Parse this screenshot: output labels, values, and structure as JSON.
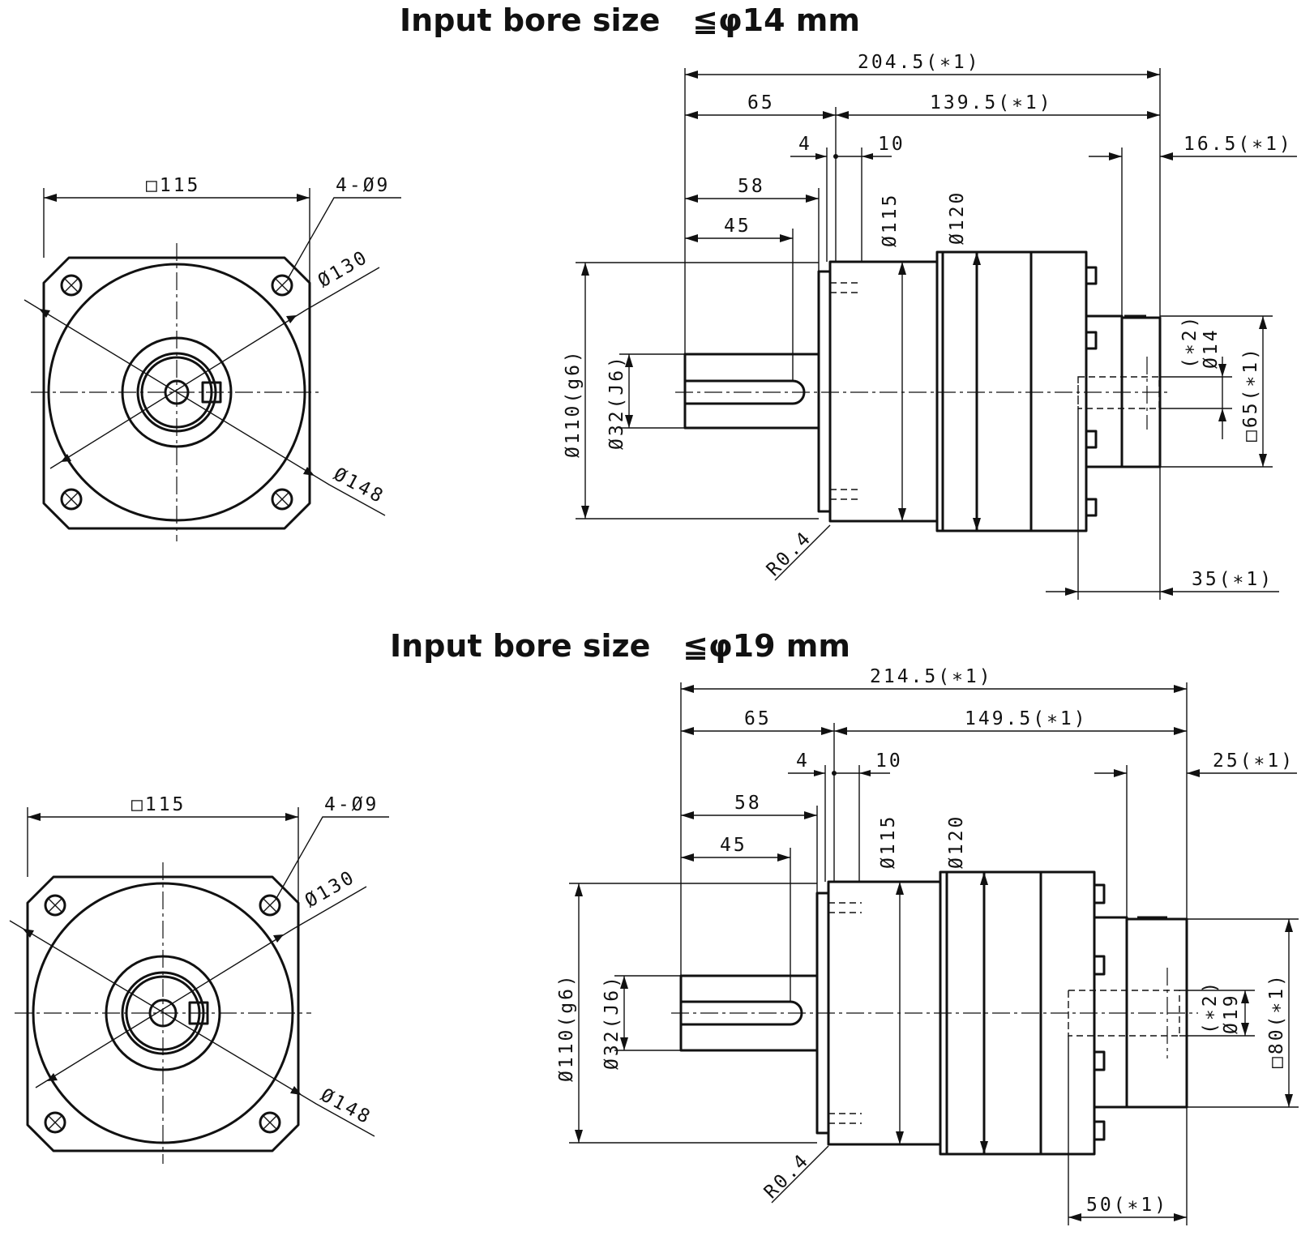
{
  "titles": {
    "top": "Input bore size   ≦φ14 mm",
    "bottom": "Input bore size   ≦φ19 mm"
  },
  "views": [
    {
      "end_view": {
        "square": "□115",
        "holes": "4-Ø9",
        "pcd": "Ø130",
        "diag": "Ø148"
      },
      "side_view": {
        "overall": "204.5(∗1)",
        "flange_len": "65",
        "body_len": "139.5(∗1)",
        "d4": "4",
        "d10": "10",
        "adapter_len": "16.5(∗1)",
        "d58": "58",
        "d45": "45",
        "dia115": "Ø115",
        "dia120": "Ø120",
        "pilot": "Ø110(g6)",
        "shaft": "Ø32(J6)",
        "bore": "(∗2)\nØ14",
        "adapter_sq": "□65(∗1)",
        "radius": "R0.4",
        "bore_depth": "35(∗1)"
      }
    },
    {
      "end_view": {
        "square": "□115",
        "holes": "4-Ø9",
        "pcd": "Ø130",
        "diag": "Ø148"
      },
      "side_view": {
        "overall": "214.5(∗1)",
        "flange_len": "65",
        "body_len": "149.5(∗1)",
        "d4": "4",
        "d10": "10",
        "adapter_len": "25(∗1)",
        "d58": "58",
        "d45": "45",
        "dia115": "Ø115",
        "dia120": "Ø120",
        "pilot": "Ø110(g6)",
        "shaft": "Ø32(J6)",
        "bore": "(∗2)\nØ19",
        "adapter_sq": "□80(∗1)",
        "radius": "R0.4",
        "bore_depth": "50(∗1)"
      }
    }
  ]
}
